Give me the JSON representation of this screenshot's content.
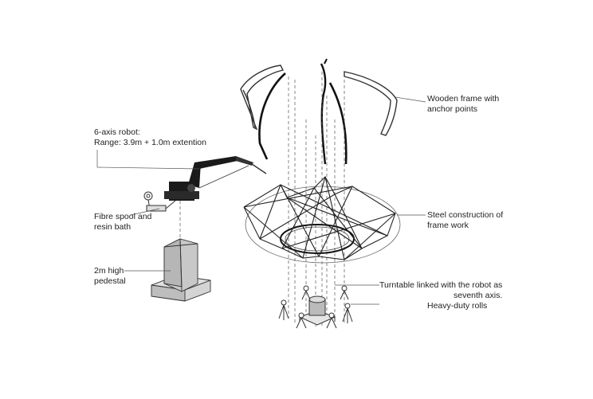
{
  "labels": {
    "robot": {
      "line1": "6-axis robot:",
      "line2": "Range: 3.9m + 1.0m extention"
    },
    "spool": {
      "line1": "Fibre spool and",
      "line2": "resin bath"
    },
    "pedestal": {
      "line1": "2m high",
      "line2": "pedestal"
    },
    "frame": {
      "line1": "Wooden frame with",
      "line2": "anchor points"
    },
    "steel": {
      "line1": "Steel construction of",
      "line2": "frame work"
    },
    "turntable": {
      "line1": "Turntable linked with the robot as",
      "line2": "seventh axis."
    },
    "rolls": {
      "line1": "Heavy-duty rolls"
    }
  },
  "colors": {
    "line": "#333333",
    "dark": "#1a1a1a",
    "pedestal": "#c8c8c8",
    "leader": "#555555"
  }
}
